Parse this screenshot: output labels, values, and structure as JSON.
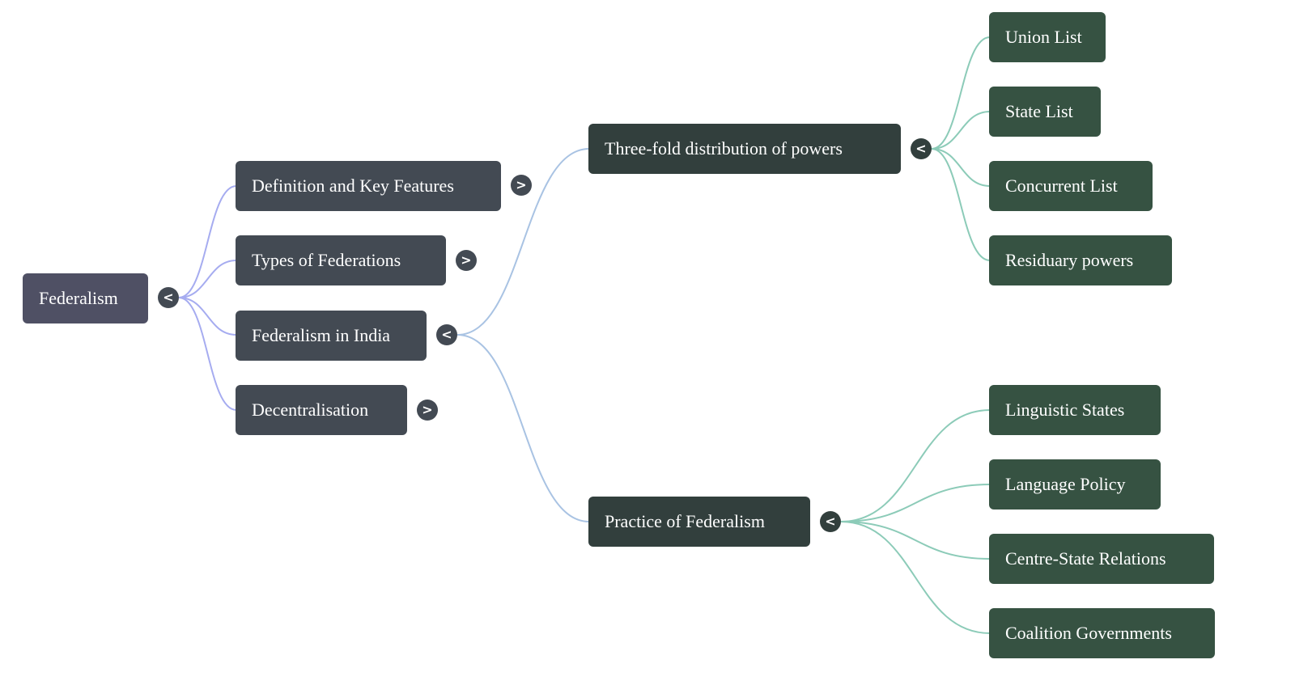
{
  "colors": {
    "root_node": "#4f5064",
    "level1_node": "#434a53",
    "level2_node": "#323f3d",
    "level3_node": "#365242",
    "root_edges": "#a6acf0",
    "level1_edges": "#a9c3e3",
    "level2_edges": "#8ccbb8"
  },
  "root": {
    "label": "Federalism",
    "toggle": "<"
  },
  "level1": [
    {
      "label": "Definition and Key Features",
      "toggle": ">"
    },
    {
      "label": "Types of Federations",
      "toggle": ">"
    },
    {
      "label": "Federalism in India",
      "toggle": "<"
    },
    {
      "label": "Decentralisation",
      "toggle": ">"
    }
  ],
  "india": [
    {
      "label": "Three-fold distribution of powers",
      "toggle": "<",
      "children": [
        "Union List",
        "State List",
        "Concurrent List",
        "Residuary powers"
      ]
    },
    {
      "label": "Practice of Federalism",
      "toggle": "<",
      "children": [
        "Linguistic States",
        "Language Policy",
        "Centre-State Relations",
        "Coalition Governments"
      ]
    }
  ]
}
